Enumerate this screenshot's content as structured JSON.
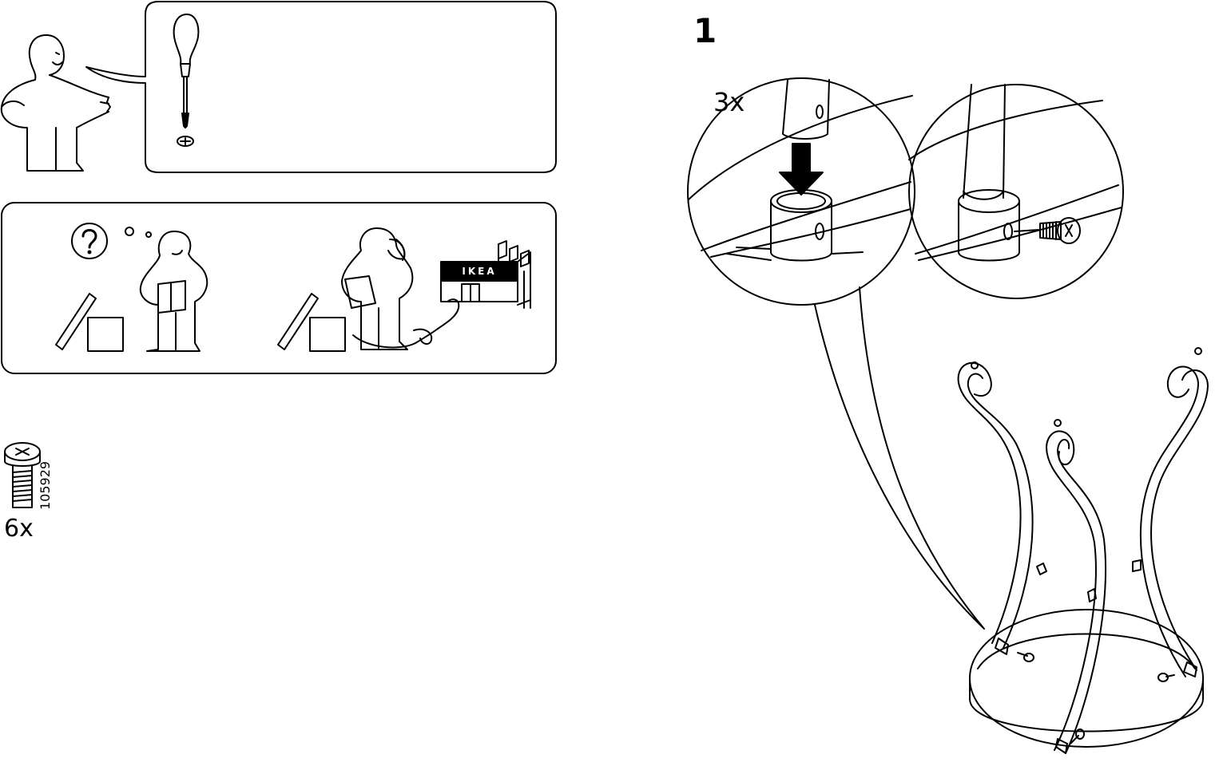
{
  "step": {
    "number": "1",
    "quantity_label": "3x"
  },
  "hardware": {
    "part_number": "105929",
    "quantity_label": "6x"
  },
  "store_sign": {
    "text": "IKEA"
  },
  "colors": {
    "ink": "#000000",
    "paper": "#ffffff"
  },
  "icons": {
    "tool": "screwdriver-icon",
    "screw": "screw-icon",
    "help": "question-mark-icon"
  }
}
